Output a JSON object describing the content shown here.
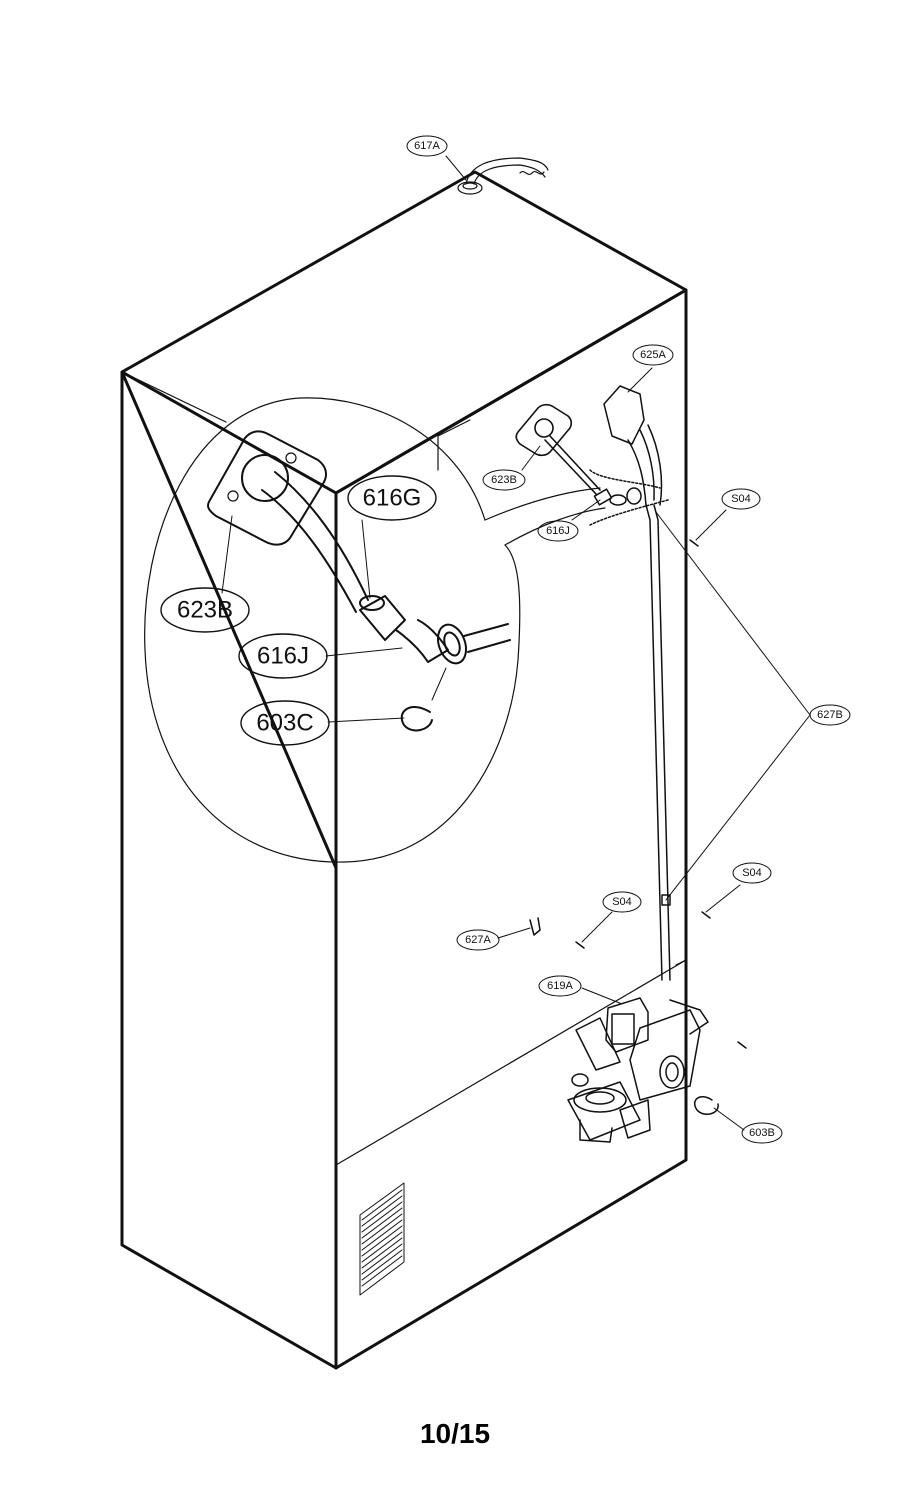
{
  "page": {
    "number": "10/15"
  },
  "callouts_small": {
    "c617a": "617A",
    "c625a": "625A",
    "c623b": "623B",
    "c616j": "616J",
    "c604_top": "S04",
    "c627b": "627B",
    "c604_mid": "S04",
    "c604_low": "S04",
    "c627a": "627A",
    "c619a": "619A",
    "c603b": "603B"
  },
  "callouts_detail": {
    "c616g": "616G",
    "c623b": "623B",
    "c616j": "616J",
    "c603c": "603C"
  }
}
